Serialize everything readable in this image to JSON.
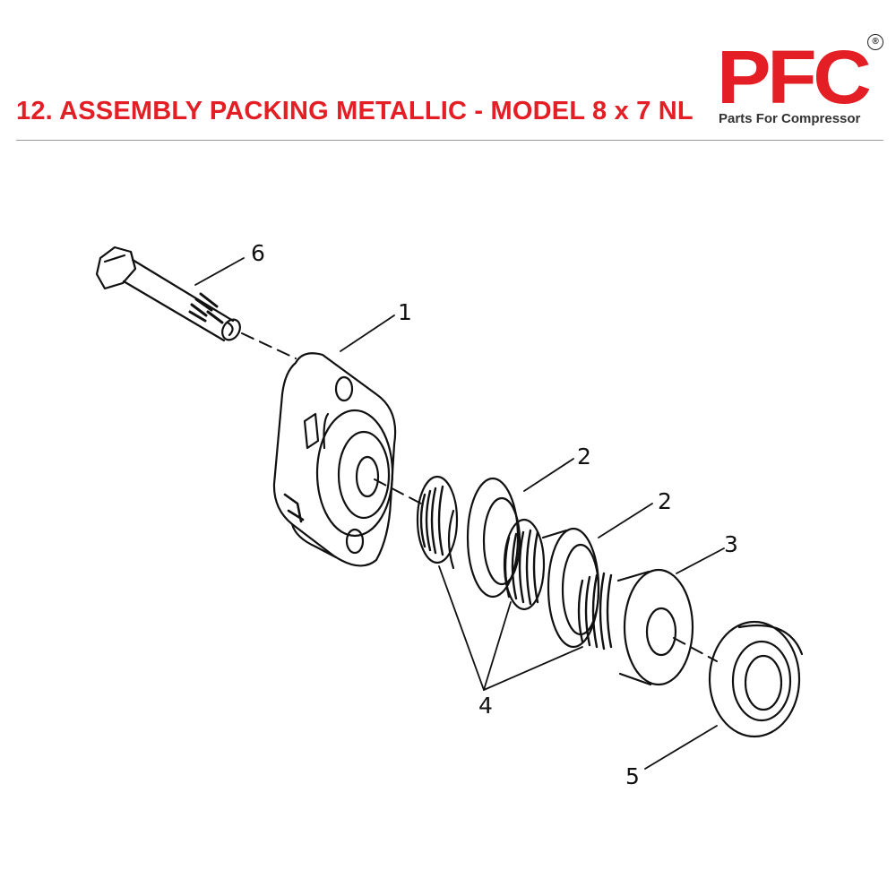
{
  "header": {
    "title": "12. ASSEMBLY PACKING METALLIC - MODEL 8 x 7 NL"
  },
  "logo": {
    "mark": "PFC",
    "registered": "®",
    "tagline": "Parts For Compressor",
    "brand_color": "#e31e24"
  },
  "callouts": [
    {
      "id": "6",
      "label": "6"
    },
    {
      "id": "1",
      "label": "1"
    },
    {
      "id": "2a",
      "label": "2"
    },
    {
      "id": "2b",
      "label": "2"
    },
    {
      "id": "3",
      "label": "3"
    },
    {
      "id": "4",
      "label": "4"
    },
    {
      "id": "5",
      "label": "5"
    }
  ]
}
